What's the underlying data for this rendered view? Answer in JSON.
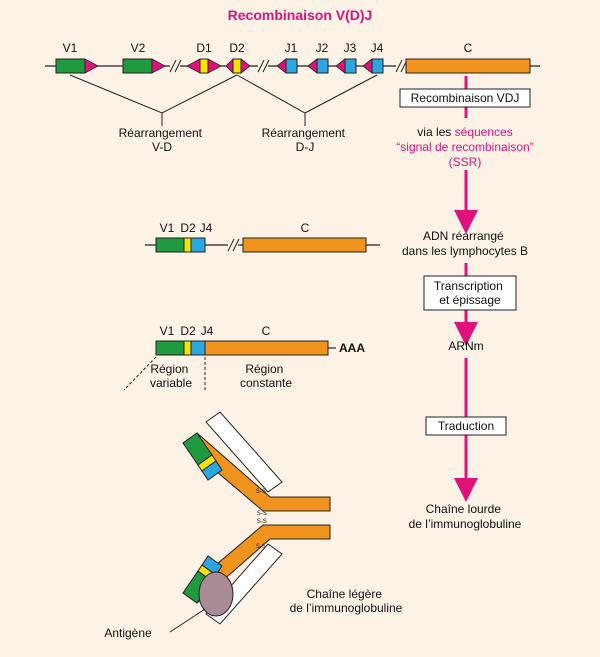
{
  "title": "Recombinaison V(D)J",
  "gene_labels": {
    "v1": "V1",
    "v2": "V2",
    "d1": "D1",
    "d2": "D2",
    "j1": "J1",
    "j2": "J2",
    "j3": "J3",
    "j4": "J4",
    "c": "C"
  },
  "rearrangement_vd": [
    "Réarrangement",
    "V-D"
  ],
  "rearrangement_dj": [
    "Réarrangement",
    "D-J"
  ],
  "steps": {
    "recombinaison": "Recombinaison VDJ",
    "via_prefix": "via les",
    "via_highlight_1": "séquences",
    "via_highlight_2": "“signal de recombinaison”",
    "via_highlight_3": "(SSR)",
    "adn": [
      "ADN réarrangé",
      "dans les lymphocytes B"
    ],
    "transcription": [
      "Transcription",
      "et épissage"
    ],
    "arnm": "ARNm",
    "traduction": "Traduction",
    "chaine_lourde": [
      "Chaîne lourde",
      "de l’immunoglobuline"
    ]
  },
  "rearranged": {
    "v1": "V1",
    "d2": "D2",
    "j4": "J4",
    "c": "C"
  },
  "mrna": {
    "v1": "V1",
    "d2": "D2",
    "j4": "J4",
    "c": "C",
    "polya": "AAA"
  },
  "regions": {
    "variable": [
      "Région",
      "variable"
    ],
    "constante": [
      "Région",
      "constante"
    ]
  },
  "antibody": {
    "chaine_legere": [
      "Chaîne légère",
      "de l’immunoglobuline"
    ],
    "antigene": "Antigène"
  },
  "colors": {
    "background": "#fcf2e6",
    "accent": "#e0127a",
    "v_segment": "#1f9a3f",
    "d_segment": "#f5e600",
    "j_segment": "#2aa6e0",
    "c_segment": "#f0941e",
    "antigen": "#a98b95"
  }
}
